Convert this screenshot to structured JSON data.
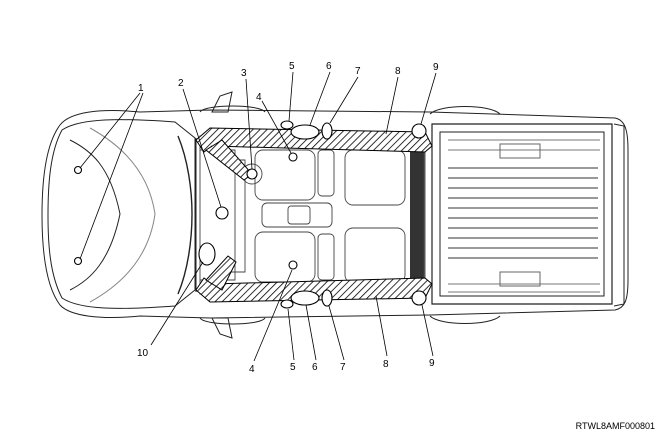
{
  "figure_code": "RTWL8AMF000801",
  "callouts": {
    "n1": "1",
    "n2": "2",
    "n3": "3",
    "n4": "4",
    "n5": "5",
    "n6": "6",
    "n7": "7",
    "n8": "8",
    "n9": "9",
    "n10": "10"
  }
}
